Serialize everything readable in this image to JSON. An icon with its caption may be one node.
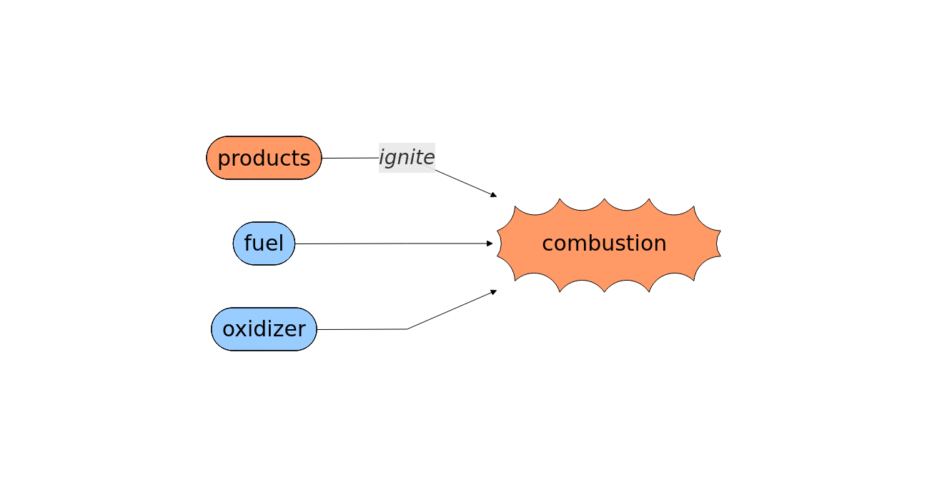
{
  "diagram": {
    "nodes": [
      {
        "text": [
          "products"
        ]
      },
      {
        "text": [
          "fuel"
        ]
      },
      {
        "text": [
          "oxidizer"
        ]
      },
      {
        "text": [
          "combustion"
        ]
      }
    ],
    "edges": [
      {
        "from": 0,
        "to": 3,
        "arrow": "to",
        "label": "ignite"
      },
      {
        "from": 1,
        "to": 3,
        "arrow": "to"
      },
      {
        "from": 2,
        "to": 3,
        "arrow": "to"
      }
    ]
  }
}
